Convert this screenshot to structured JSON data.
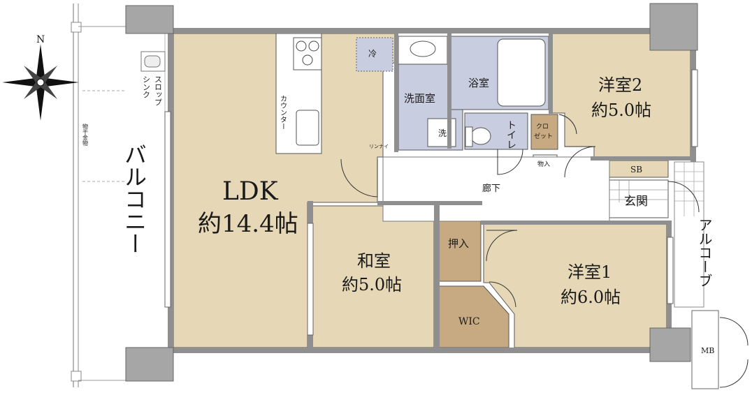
{
  "compass": {
    "north": "N"
  },
  "rooms": {
    "ldk": {
      "name": "LDK",
      "size": "約14.4帖"
    },
    "washitsu": {
      "name": "和室",
      "size": "約5.0帖"
    },
    "yoshitsu1": {
      "name": "洋室1",
      "size": "約6.0帖"
    },
    "yoshitsu2": {
      "name": "洋室2",
      "size": "約5.0帖"
    },
    "senmen": {
      "name": "洗面室"
    },
    "yokushitsu": {
      "name": "浴室"
    },
    "toilet": {
      "name": "トイレ"
    },
    "oshiire": {
      "name": "押入"
    },
    "wic": {
      "name": "WIC"
    },
    "genkan": {
      "name": "玄関"
    },
    "roka": {
      "name": "廊下"
    },
    "sb": {
      "name": "SB"
    },
    "mb": {
      "name": "MB"
    },
    "closet": {
      "line1": "クロ",
      "line2": "ゼット"
    },
    "monoire": {
      "name": "物入"
    },
    "balcony": {
      "name": "バルコニー"
    },
    "alcove": {
      "name": "アルコーブ"
    },
    "counter": {
      "name": "カウンター"
    },
    "slop_sink": {
      "line1": "スロップ",
      "line2": "シンク"
    },
    "monohoshi": {
      "name": "物干金物"
    },
    "rei": {
      "name": "冷"
    },
    "sen": {
      "name": "洗"
    },
    "rinnai": {
      "name": "リンナイ"
    }
  },
  "colors": {
    "floor": "#e6d8b6",
    "wet": "#c9cde0",
    "storage": "#c8aa82",
    "wall": "#8f8f8f",
    "pillar": "#a6a6a6"
  }
}
